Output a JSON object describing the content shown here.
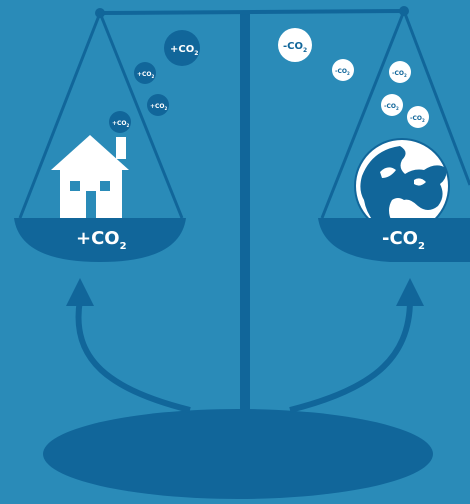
{
  "colors": {
    "background": "#2a8bb8",
    "dark": "#11669a",
    "white": "#ffffff"
  },
  "icons": [
    "house-icon",
    "globe-icon",
    "arrow-up-icon"
  ],
  "left_pan": {
    "label": "+CO",
    "subscript": "2",
    "bubbles": [
      {
        "text": "+CO",
        "sub": "2"
      },
      {
        "text": "+CO",
        "sub": "2"
      },
      {
        "text": "+CO",
        "sub": "2"
      },
      {
        "text": "+CO",
        "sub": "2"
      }
    ]
  },
  "right_pan": {
    "label": "-CO",
    "subscript": "2",
    "bubbles": [
      {
        "text": "-CO",
        "sub": "2"
      },
      {
        "text": "-CO",
        "sub": "2"
      },
      {
        "text": "-CO",
        "sub": "2"
      },
      {
        "text": "-CO",
        "sub": "2"
      },
      {
        "text": "-CO",
        "sub": "2"
      }
    ]
  }
}
